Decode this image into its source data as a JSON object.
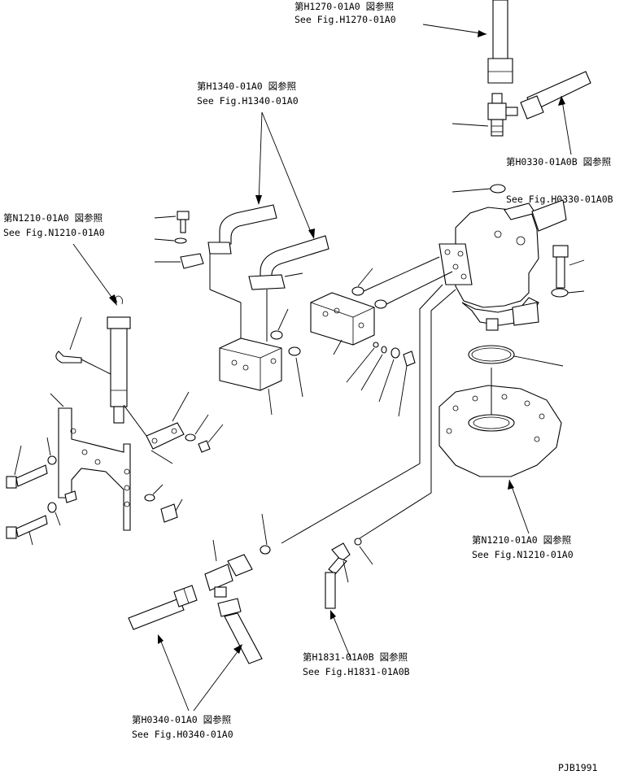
{
  "references": [
    {
      "id": "h1270",
      "jp": "第H1270-01A0 図参照",
      "en": "See Fig.H1270-01A0"
    },
    {
      "id": "h1340",
      "jp": "第H1340-01A0 図参照",
      "en": "See Fig.H1340-01A0"
    },
    {
      "id": "h0330",
      "jp": "第H0330-01A0B 図参照",
      "en": "See Fig.H0330-01A0B"
    },
    {
      "id": "n1210a",
      "jp": "第N1210-01A0 図参照",
      "en": "See Fig.N1210-01A0"
    },
    {
      "id": "n1210b",
      "jp": "第N1210-01A0 図参照",
      "en": "See Fig.N1210-01A0"
    },
    {
      "id": "h1831",
      "jp": "第H1831-01A0B 図参照",
      "en": "See Fig.H1831-01A0B"
    },
    {
      "id": "h0340",
      "jp": "第H0340-01A0 図参照",
      "en": "See Fig.H0340-01A0"
    }
  ],
  "drawing_code": "PJB1991"
}
